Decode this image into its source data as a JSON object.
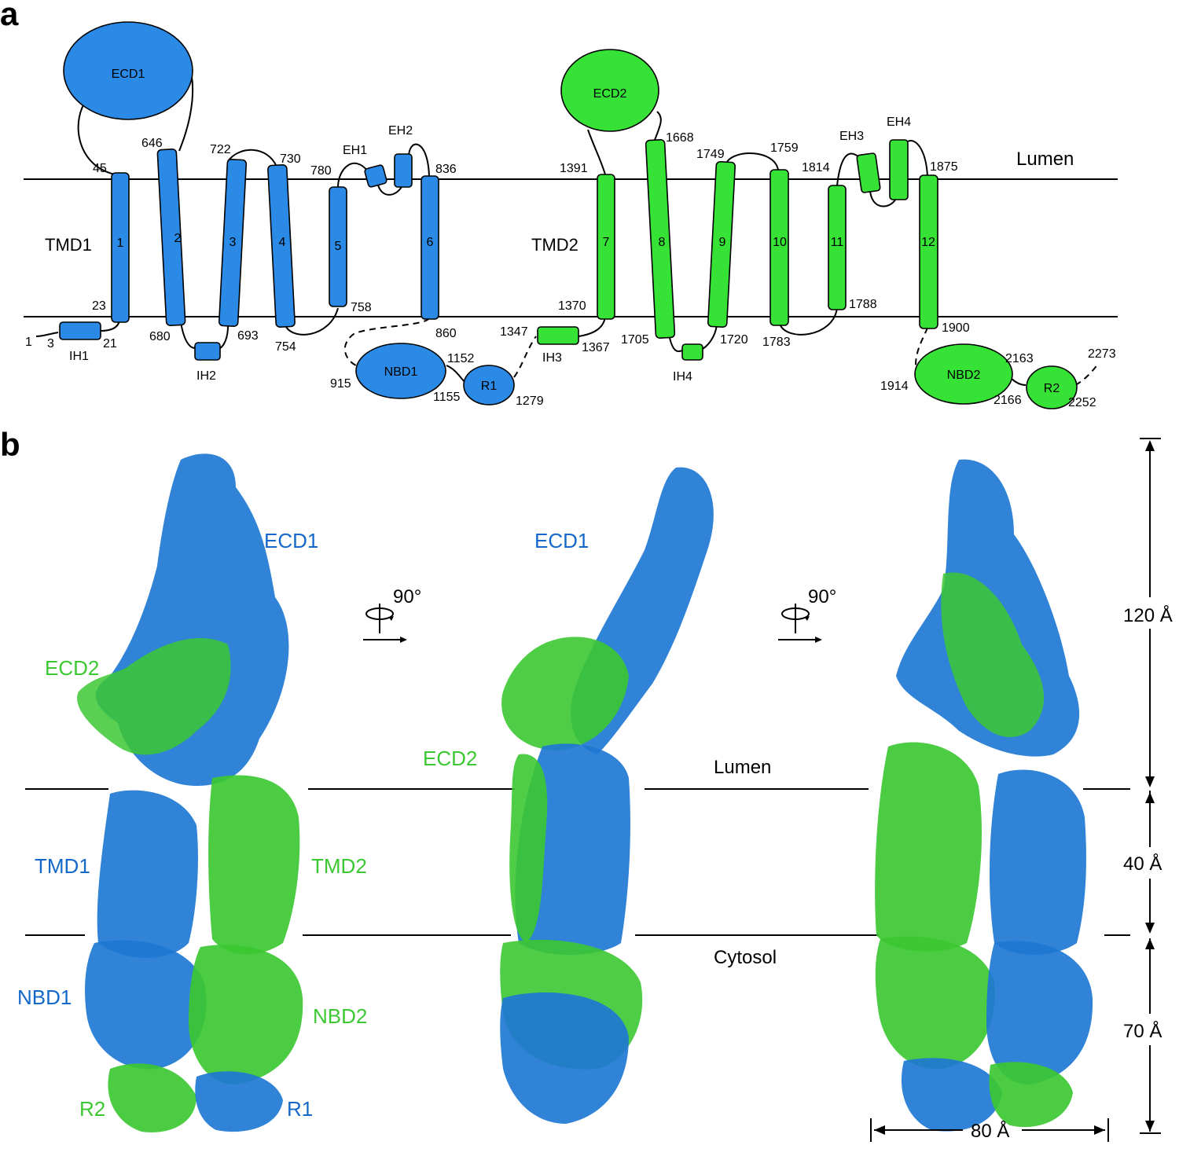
{
  "colors": {
    "tmd1_blue": "#2a8ae6",
    "tmd2_green": "#35e235",
    "struct_blue": "#1469c8",
    "struct_green": "#3cc832"
  },
  "panel_a": {
    "label": "a",
    "lumen": "Lumen",
    "tmd1": "TMD1",
    "tmd2": "TMD2",
    "ecd1": "ECD1",
    "ecd2": "ECD2",
    "helices": [
      "1",
      "2",
      "3",
      "4",
      "5",
      "6",
      "7",
      "8",
      "9",
      "10",
      "11",
      "12"
    ],
    "eh": [
      "EH1",
      "EH2",
      "EH3",
      "EH4"
    ],
    "ih": [
      "IH1",
      "IH2",
      "IH3",
      "IH4"
    ],
    "nbd1": "NBD1",
    "nbd2": "NBD2",
    "r1": "R1",
    "r2": "R2",
    "residues": [
      "45",
      "646",
      "722",
      "730",
      "780",
      "836",
      "23",
      "680",
      "693",
      "754",
      "758",
      "860",
      "1",
      "3",
      "21",
      "915",
      "1152",
      "1155",
      "1279",
      "1347",
      "1367",
      "1391",
      "1668",
      "1749",
      "1759",
      "1814",
      "1875",
      "1370",
      "1705",
      "1720",
      "1783",
      "1788",
      "1900",
      "1914",
      "2163",
      "2166",
      "2252",
      "2273"
    ]
  },
  "panel_b": {
    "label": "b",
    "domains": [
      "ECD1",
      "ECD2",
      "TMD1",
      "TMD2",
      "NBD1",
      "NBD2",
      "R2",
      "R1",
      "ECD1",
      "ECD2"
    ],
    "rotation": [
      "90°",
      "90°"
    ],
    "lumen": "Lumen",
    "cytosol": "Cytosol",
    "dims": [
      "120 Å",
      "40 Å",
      "70 Å",
      "80 Å"
    ]
  }
}
